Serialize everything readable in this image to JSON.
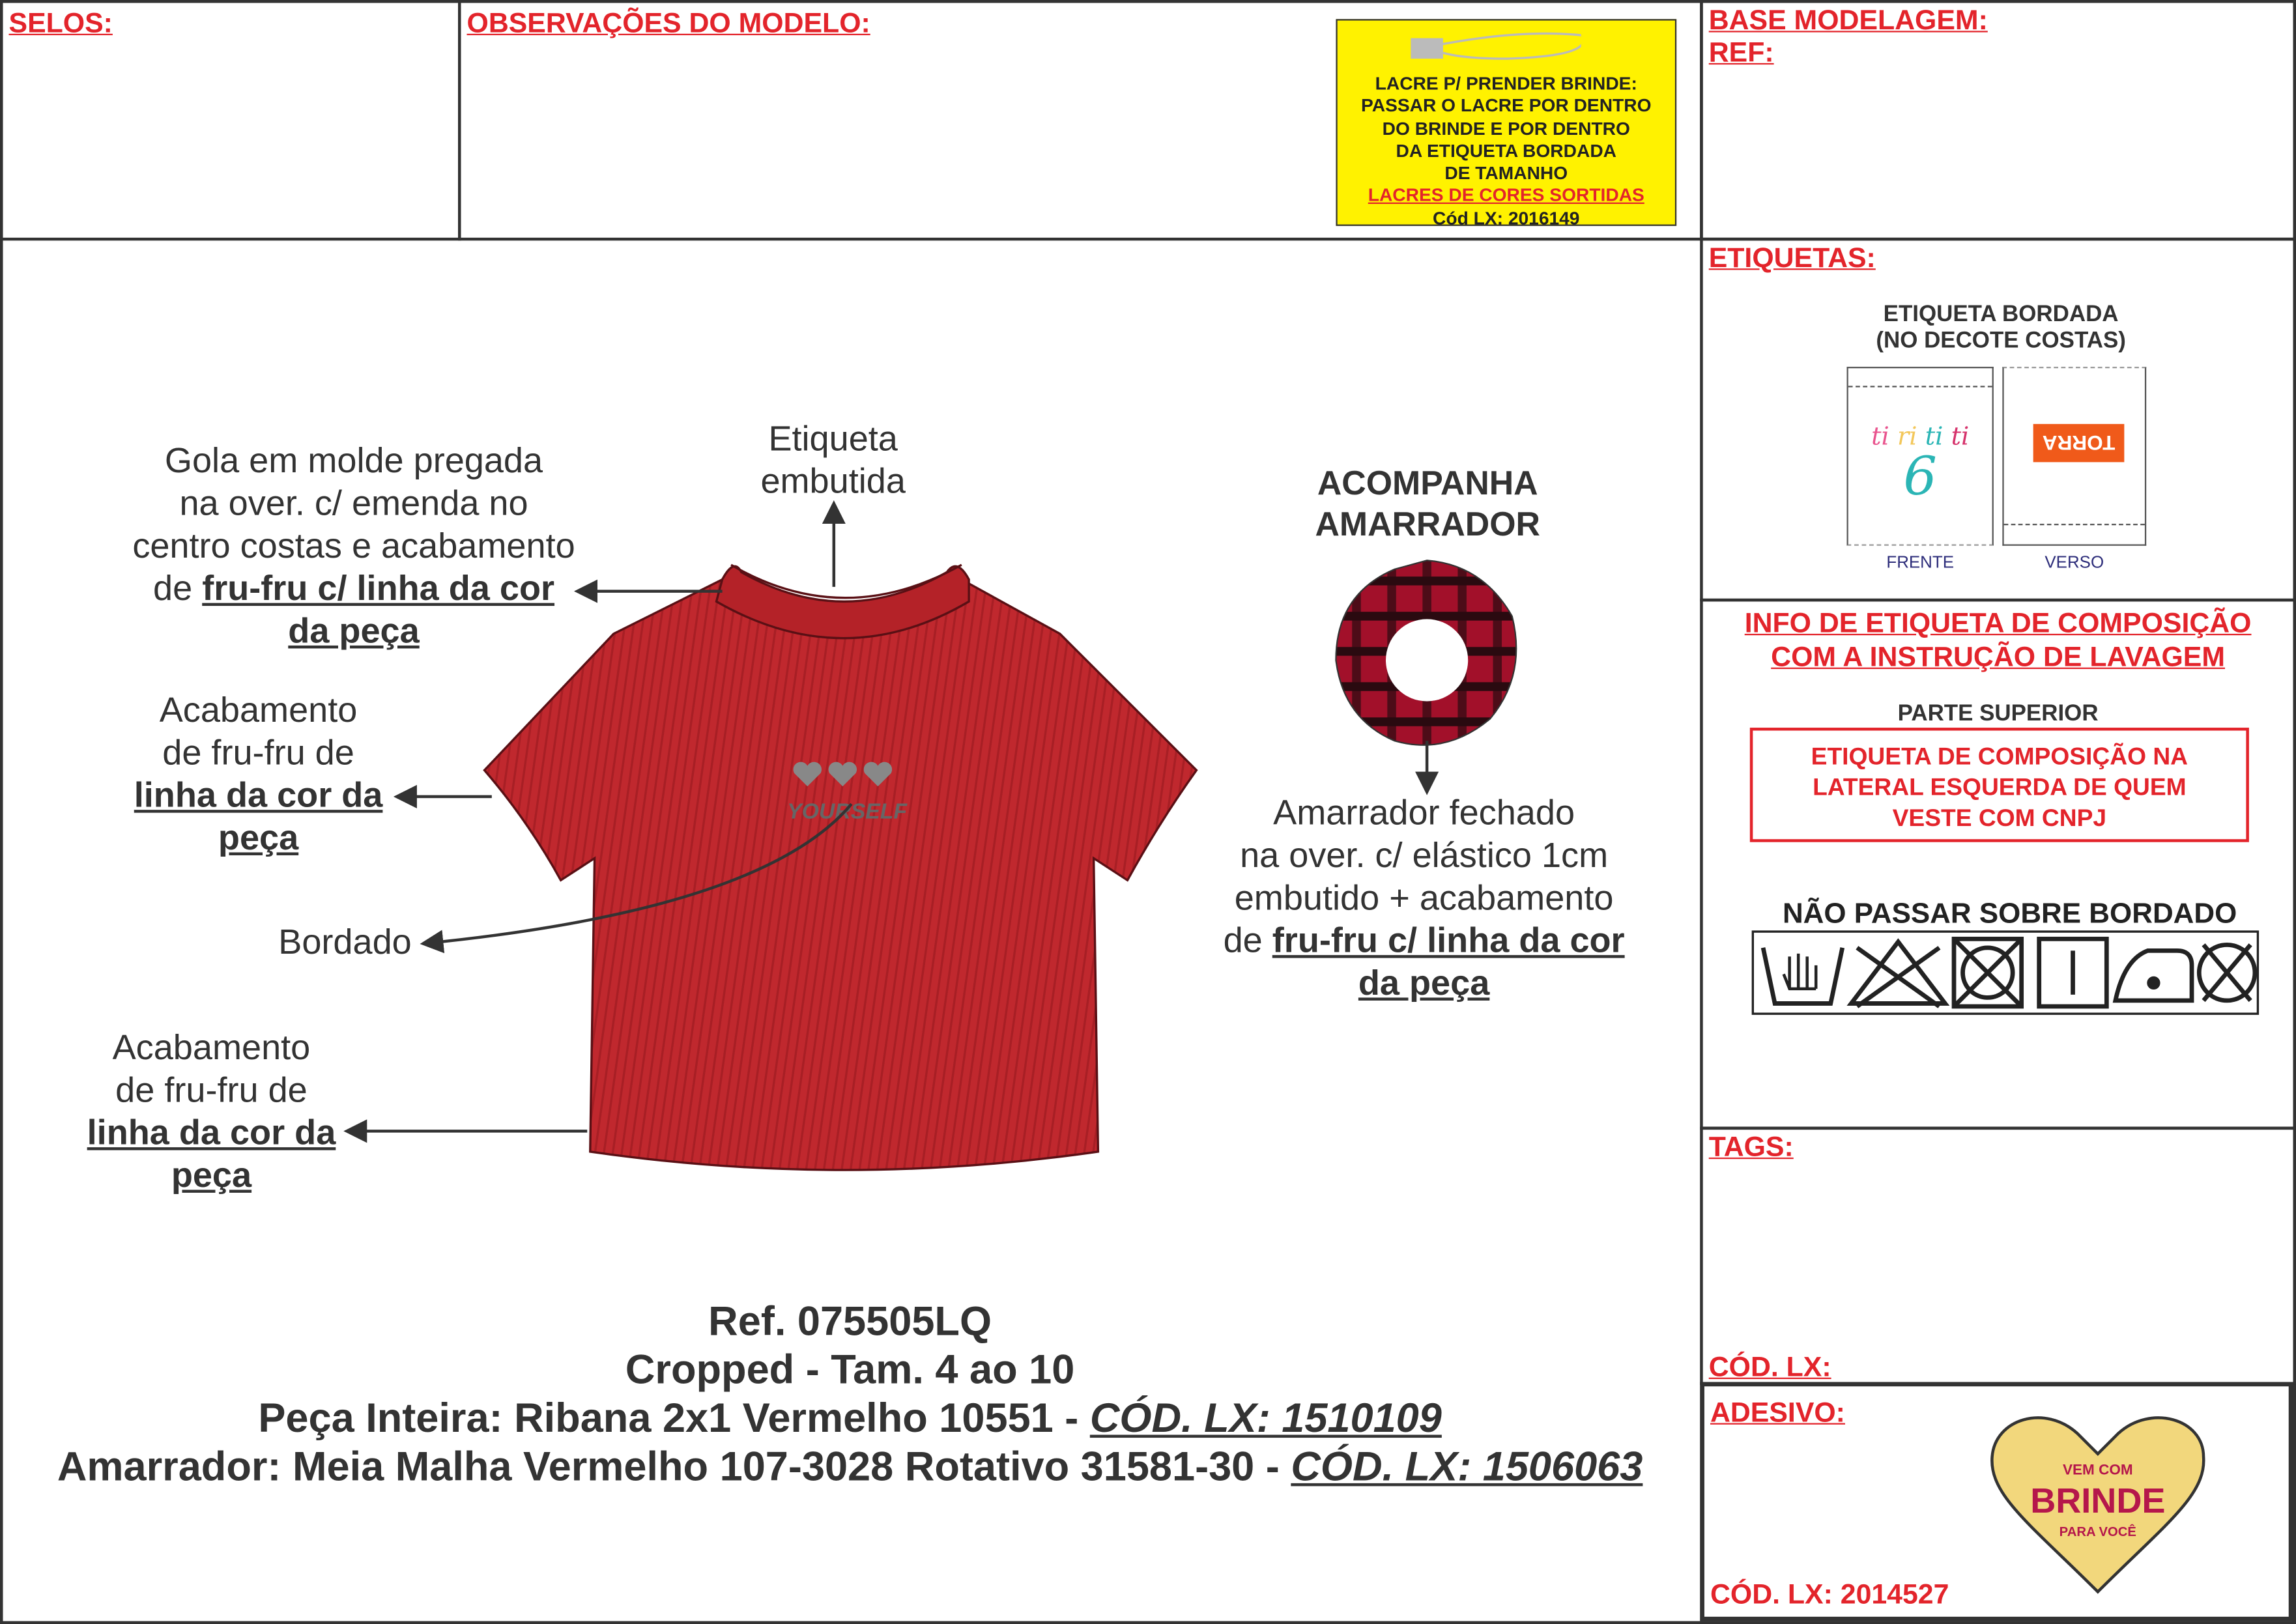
{
  "selos": {
    "title": "SELOS:"
  },
  "observacoes": {
    "title": "OBSERVAÇÕES DO MODELO:",
    "lacre_box": {
      "lines": [
        "LACRE P/ PRENDER BRINDE:",
        "PASSAR O LACRE POR DENTRO",
        "DO BRINDE E POR DENTRO",
        "DA ETIQUETA BORDADA",
        "DE TAMANHO"
      ],
      "highlight": "LACRES DE CORES SORTIDAS",
      "code": "Cód LX: 2016149"
    }
  },
  "base": {
    "title": "BASE MODELAGEM:",
    "ref": "REF:"
  },
  "etiquetas": {
    "title": "ETIQUETAS:",
    "label_title": [
      "ETIQUETA BORDADA",
      "(NO DECOTE COSTAS)"
    ],
    "front_brand": [
      "ti",
      "ri",
      "ti",
      "ti"
    ],
    "front_size": "6",
    "back_brand": "TORRA",
    "front_caption": "FRENTE",
    "back_caption": "VERSO"
  },
  "composicao": {
    "title": [
      "INFO DE ETIQUETA DE COMPOSIÇÃO",
      "COM A INSTRUÇÃO DE LAVAGEM"
    ],
    "parte": "PARTE SUPERIOR",
    "box": [
      "ETIQUETA DE COMPOSIÇÃO NA",
      "LATERAL ESQUERDA DE QUEM",
      "VESTE COM CNPJ"
    ],
    "warning": "NÃO PASSAR SOBRE BORDADO",
    "care_icons": [
      "hand-wash-icon",
      "no-bleach-icon",
      "no-tumble-dry-icon",
      "line-dry-icon",
      "iron-low-icon",
      "no-dry-clean-icon"
    ]
  },
  "tags": {
    "title": "TAGS:",
    "code": "CÓD. LX:"
  },
  "adesivo": {
    "title": "ADESIVO:",
    "code": "CÓD. LX: 2014527",
    "sticker": [
      "VEM COM",
      "BRINDE",
      "PARA VOCÊ"
    ]
  },
  "callouts": {
    "etiqueta": [
      "Etiqueta",
      "embutida"
    ],
    "gola": {
      "lines": [
        "Gola em molde pregada",
        "na over. c/ emenda no",
        "centro costas e acabamento"
      ],
      "prefix": "de ",
      "bold1": "fru-fru c/ linha da cor",
      "bold2": "da peça"
    },
    "manga": {
      "lines": [
        "Acabamento",
        "de fru-fru de"
      ],
      "bold1": "linha da cor da",
      "bold2": "peça"
    },
    "bordado": "Bordado",
    "barra": {
      "lines": [
        "Acabamento",
        "de fru-fru de"
      ],
      "bold1": "linha da cor da",
      "bold2": "peça"
    },
    "acompanha": [
      "ACOMPANHA",
      "AMARRADOR"
    ],
    "amarrador": {
      "lines": [
        "Amarrador fechado",
        "na over. c/ elástico 1cm",
        "embutido + acabamento"
      ],
      "prefix": "de ",
      "bold1": "fru-fru c/ linha da cor",
      "bold2": "da peça"
    },
    "embroidery_text": "YOURSELF"
  },
  "spec": {
    "ref": "Ref. 075505LQ",
    "model": "Cropped - Tam. 4 ao 10",
    "line3": "Peça Inteira: Ribana 2x1 Vermelho 10551 - ",
    "code3": "CÓD. LX: 1510109",
    "line4": "Amarrador: Meia Malha Vermelho 107-3028 Rotativo 31581-30 - ",
    "code4": "CÓD. LX: 1506063"
  },
  "colors": {
    "accent": "#e3242b",
    "yellow": "#fff200",
    "garment": "#c0282e"
  }
}
